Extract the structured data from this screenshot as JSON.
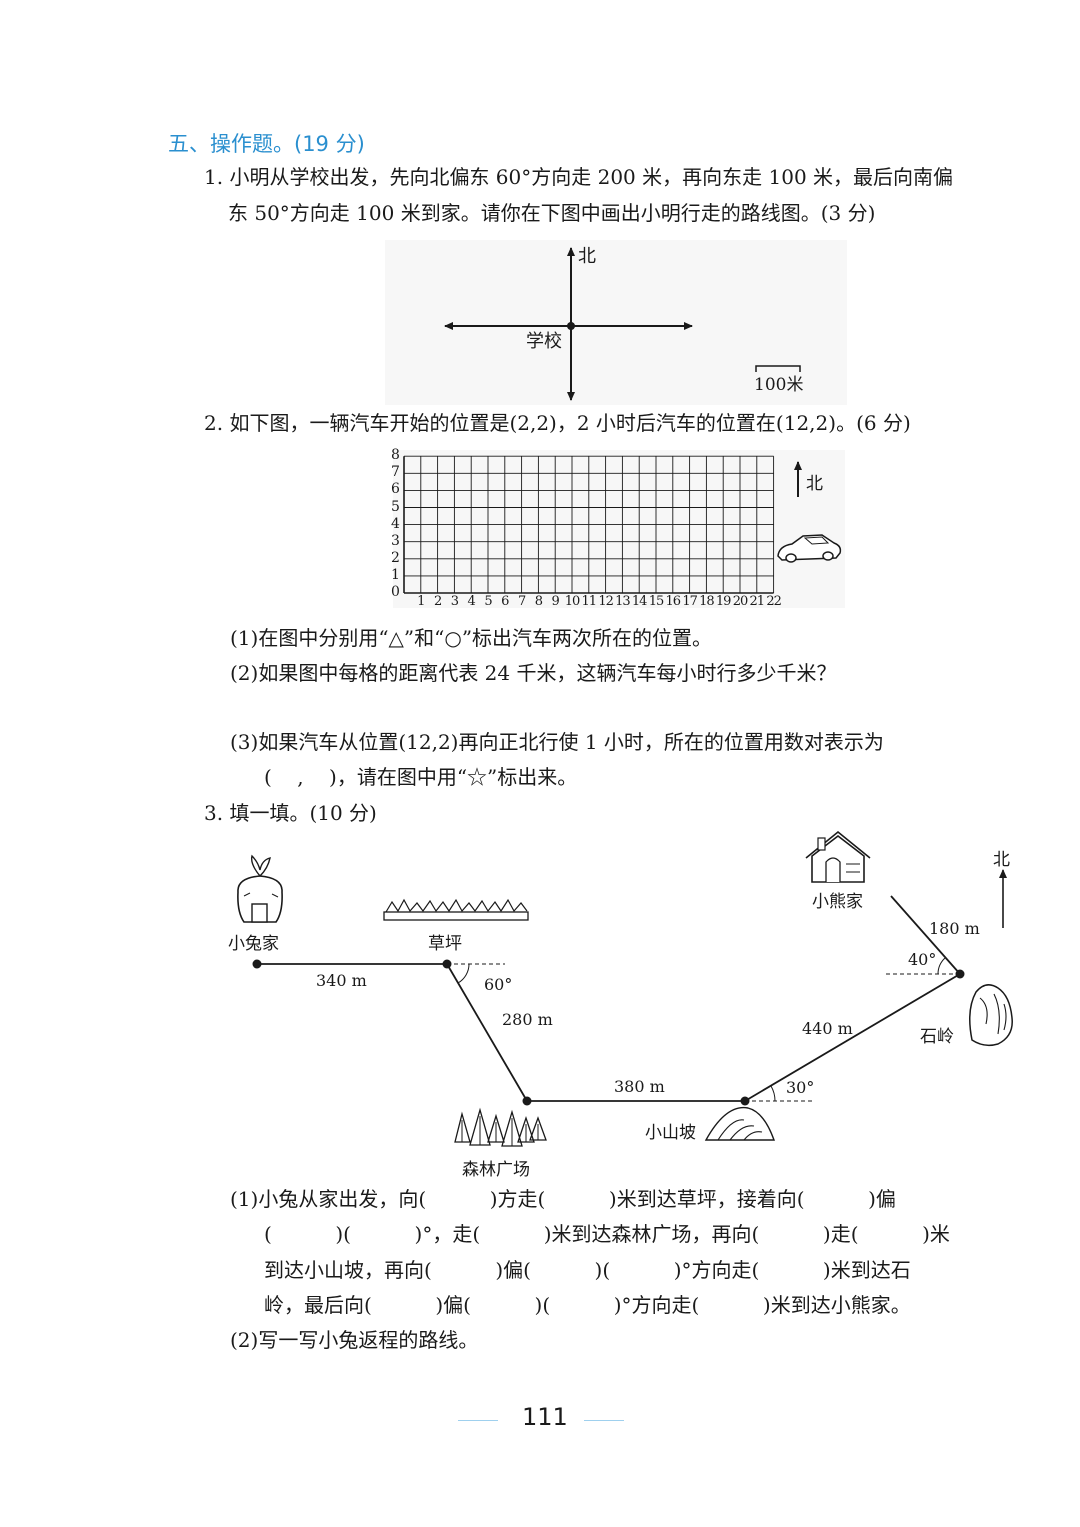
{
  "section": {
    "title": "五、操作题。(19 分)"
  },
  "q1": {
    "line1": "1. 小明从学校出发，先向北偏东 60°方向走 200 米，再向东走 100 米，最后向南偏",
    "line2": "东 50°方向走 100 米到家。请你在下图中画出小明行走的路线图。(3 分)",
    "north": "北",
    "school": "学校",
    "scale": "100米"
  },
  "q2": {
    "line1": "2. 如下图，一辆汽车开始的位置是(2,2)，2 小时后汽车的位置在(12,2)。(6 分)",
    "north": "北",
    "y_ticks": [
      "0",
      "1",
      "2",
      "3",
      "4",
      "5",
      "6",
      "7",
      "8"
    ],
    "x_ticks": [
      "1",
      "2",
      "3",
      "4",
      "5",
      "6",
      "7",
      "8",
      "9",
      "10",
      "11",
      "12",
      "13",
      "14",
      "15",
      "16",
      "17",
      "18",
      "19",
      "20",
      "21",
      "22"
    ],
    "grid_cols": 22,
    "grid_rows": 8,
    "s1": "(1)在图中分别用“△”和“○”标出汽车两次所在的位置。",
    "s2": "(2)如果图中每格的距离代表 24 千米，这辆汽车每小时行多少千米？",
    "s3a": "(3)如果汽车从位置(12,2)再向正北行使 1 小时，所在的位置用数对表示为",
    "s3b": "(    ,    )，请在图中用“☆”标出来。"
  },
  "q3": {
    "title": "3. 填一填。(10 分)",
    "places": {
      "rabbit_home": "小兔家",
      "grass": "草坪",
      "forest": "森林广场",
      "hill": "小山坡",
      "ridge": "石岭",
      "bear_home": "小熊家"
    },
    "north": "北",
    "distances": {
      "d1": "340 m",
      "d2": "280 m",
      "d3": "380 m",
      "d4": "440 m",
      "d5": "180 m"
    },
    "angles": {
      "a1": "60°",
      "a2": "30°",
      "a3": "40°"
    },
    "p1_l1": "(1)小兔从家出发，向(          )方走(          )米到达草坪，接着向(          )偏",
    "p1_l2": "(          )(          )°，走(          )米到达森林广场，再向(          )走(          )米",
    "p1_l3": "到达小山坡，再向(          )偏(          )(          )°方向走(          )米到达石",
    "p1_l4": "岭，最后向(          )偏(          )(          )°方向走(          )米到达小熊家。",
    "p2": "(2)写一写小兔返程的路线。"
  },
  "page": {
    "number": "111"
  }
}
